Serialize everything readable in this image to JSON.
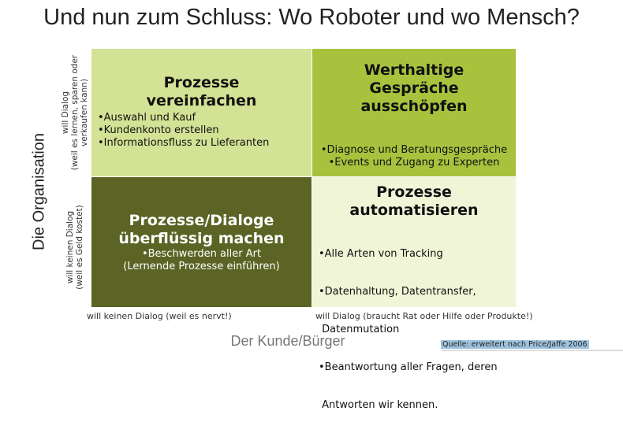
{
  "title": "Und nun zum Schluss: Wo Roboter und wo Mensch?",
  "y_axis": {
    "label": "Die Organisation",
    "top": "will Dialog\n(weil es lernen, sparen oder\nverkaufen kann)",
    "top_l1": "will Dialog",
    "top_l2": "(weil es lernen, sparen oder",
    "top_l3": "verkaufen kann)",
    "bottom_l1": "will keinen Dialog",
    "bottom_l2": "(weil es Geld kostet)"
  },
  "x_axis": {
    "label": "Der Kunde/Bürger",
    "left": "will keinen Dialog (weil es nervt!)",
    "right": "will Dialog (braucht Rat oder Hilfe oder Produkte!)"
  },
  "quadrants": {
    "tl": {
      "h1": "Prozesse",
      "h2": "vereinfachen",
      "items": [
        "•Auswahl und Kauf",
        "•Kundenkonto erstellen",
        "•Informationsfluss zu Lieferanten"
      ]
    },
    "tr": {
      "h1": "Werthaltige",
      "h2": "Gespräche",
      "h3": "ausschöpfen",
      "items": [
        "•Diagnose und Beratungsgespräche",
        "•Events und Zugang zu Experten"
      ]
    },
    "bl": {
      "h1": "Prozesse/Dialoge",
      "h2": "überflüssig machen",
      "items": [
        "•Beschwerden aller Art",
        "(Lernende Prozesse einführen)"
      ]
    },
    "br": {
      "h1": "Prozesse",
      "h2": "automatisieren",
      "items": [
        "•Alle Arten von Tracking",
        "•Datenhaltung, Datentransfer,",
        " Datenmutation",
        "•Beantwortung aller Fragen, deren",
        " Antworten wir kennen."
      ]
    }
  },
  "source": "Quelle: erweitert nach Price/Jaffe 2006"
}
